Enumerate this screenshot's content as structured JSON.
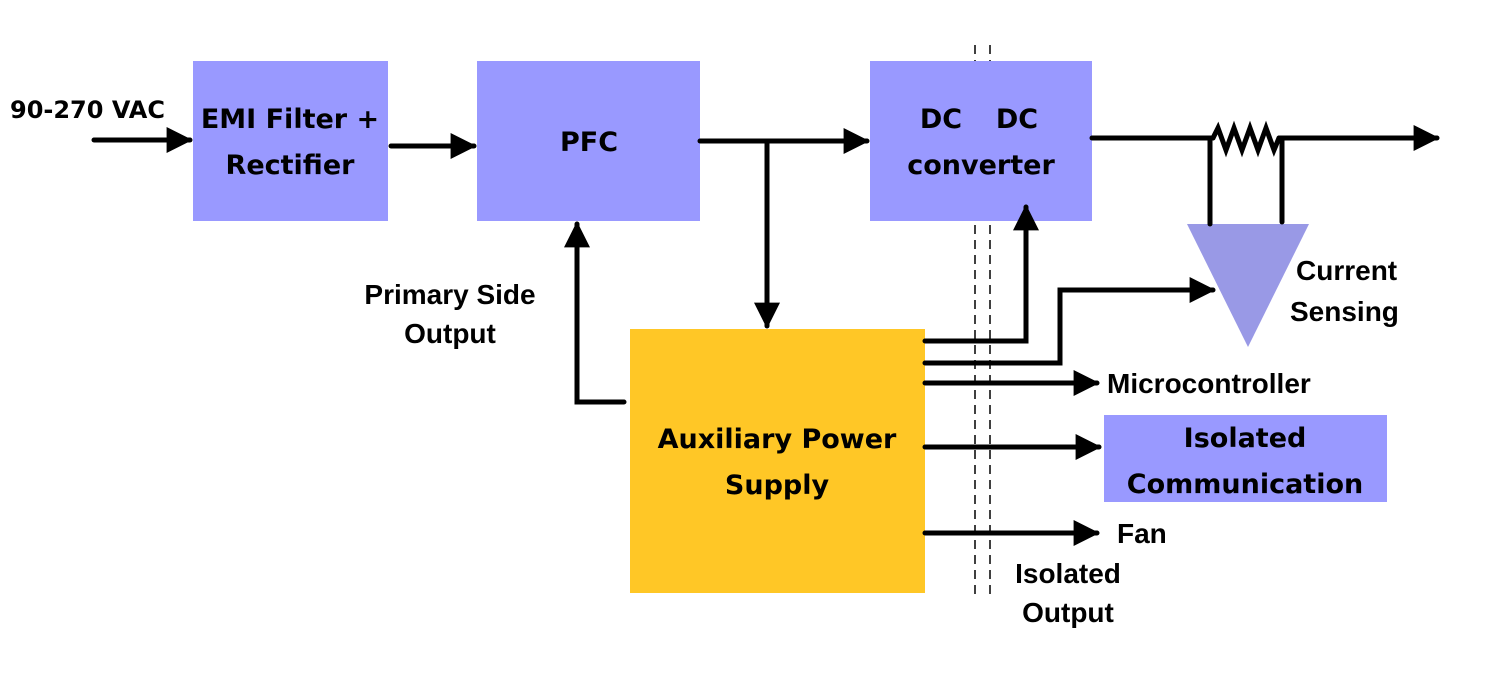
{
  "diagram": {
    "colors": {
      "block": "#9999ff",
      "aux_block": "#ffc726",
      "sensing_triangle": "#9999e6",
      "wire": "#000000"
    },
    "input_label": "90-270 VAC",
    "blocks": {
      "emi": {
        "lines": [
          "EMI Filter +",
          "Rectifier"
        ]
      },
      "pfc": {
        "lines": [
          "PFC"
        ]
      },
      "dcdc": {
        "lines": [
          "DC  DC",
          "converter"
        ],
        "line1_left": "DC",
        "line1_right": "DC"
      },
      "aux": {
        "lines": [
          "Auxiliary Power",
          "Supply"
        ]
      },
      "isocomm": {
        "lines": [
          "Isolated",
          "Communication"
        ]
      }
    },
    "labels": {
      "primary_side": [
        "Primary Side",
        "Output"
      ],
      "current_sensing": [
        "Current",
        "Sensing"
      ],
      "microcontroller": "Microcontroller",
      "fan": "Fan",
      "isolated_output": [
        "Isolated",
        "Output"
      ]
    },
    "components": {
      "shunt_resistor": "resistor-icon",
      "current_sense_amp": "triangle-amplifier-icon",
      "isolation_barrier": "dashed-isolation-barrier"
    }
  }
}
